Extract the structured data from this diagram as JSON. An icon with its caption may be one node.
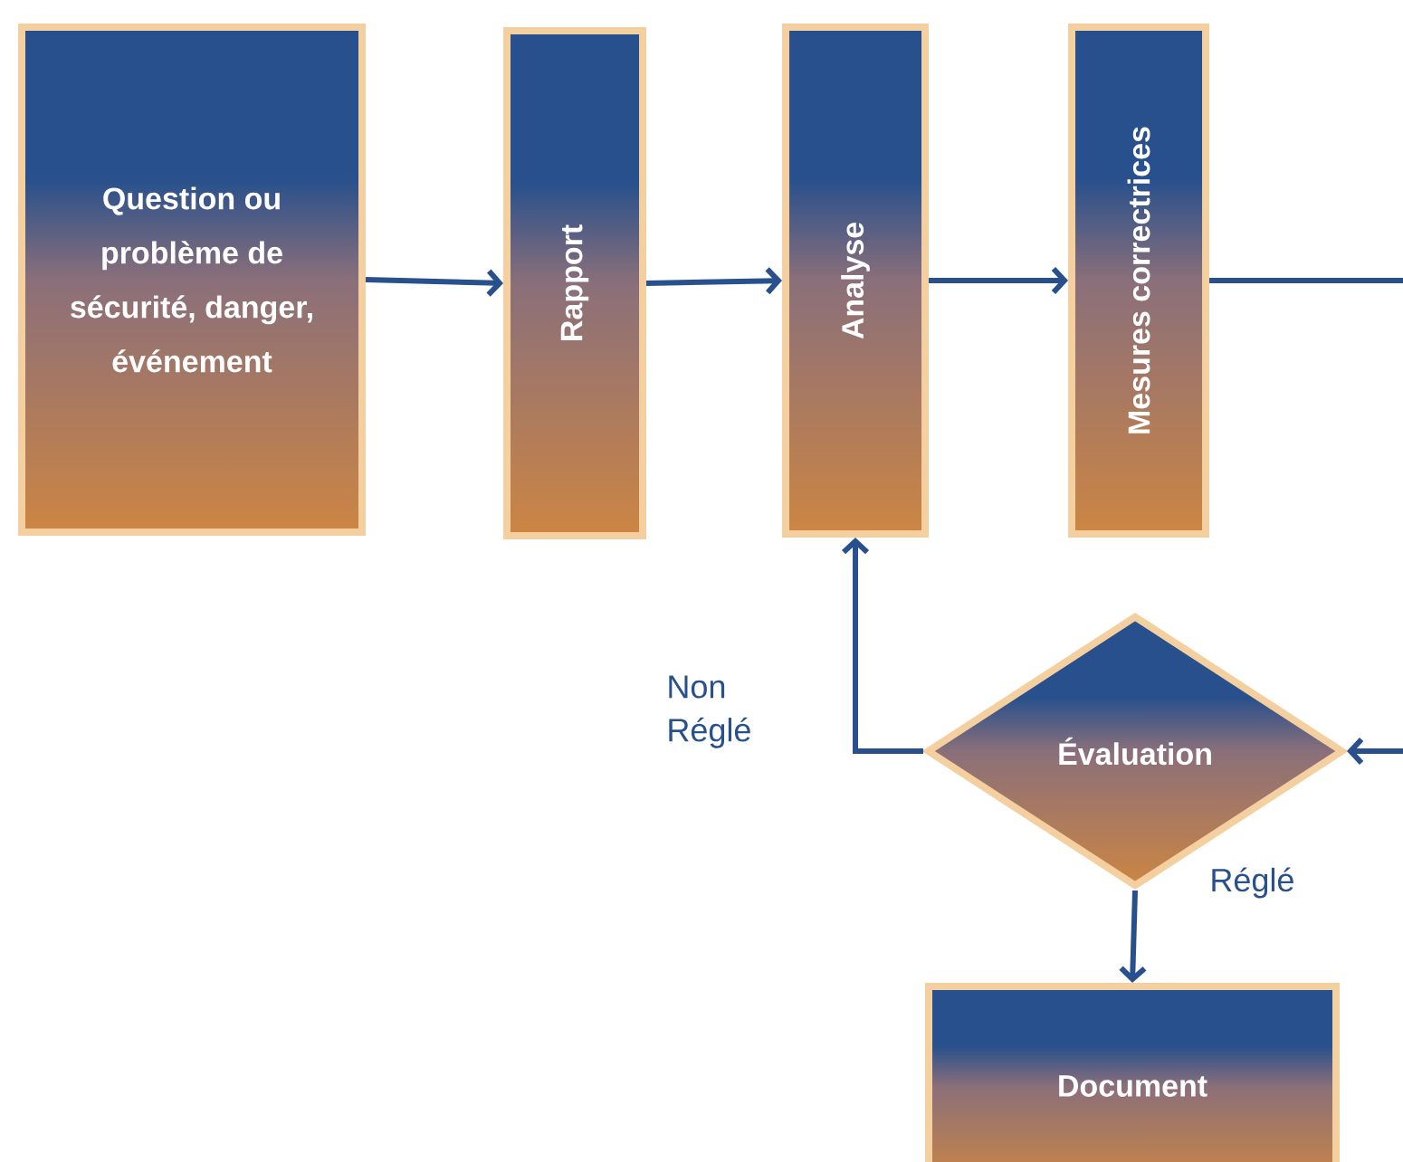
{
  "diagram": {
    "nodes": [
      {
        "text": [
          "Question ou problème de sécurité, danger, événement"
        ]
      },
      {
        "text": [
          "Rapport"
        ]
      },
      {
        "text": [
          "Analyse"
        ]
      },
      {
        "text": [
          "Mesures correctrices"
        ]
      },
      {
        "text": [
          "Évaluation"
        ]
      },
      {
        "text": [
          "Document"
        ]
      }
    ],
    "edges": [
      {
        "from": 0,
        "to": 1,
        "arrow": "to"
      },
      {
        "from": 1,
        "to": 2,
        "arrow": "to"
      },
      {
        "from": 2,
        "to": 3,
        "arrow": "to"
      },
      {
        "from": 3,
        "to": null,
        "arrow": "none"
      },
      {
        "from": null,
        "to": 4,
        "arrow": "to"
      },
      {
        "from": 4,
        "to": 2,
        "arrow": "to",
        "label": "Non Réglé"
      },
      {
        "from": 4,
        "to": 5,
        "arrow": "to",
        "label": "Réglé"
      }
    ]
  }
}
